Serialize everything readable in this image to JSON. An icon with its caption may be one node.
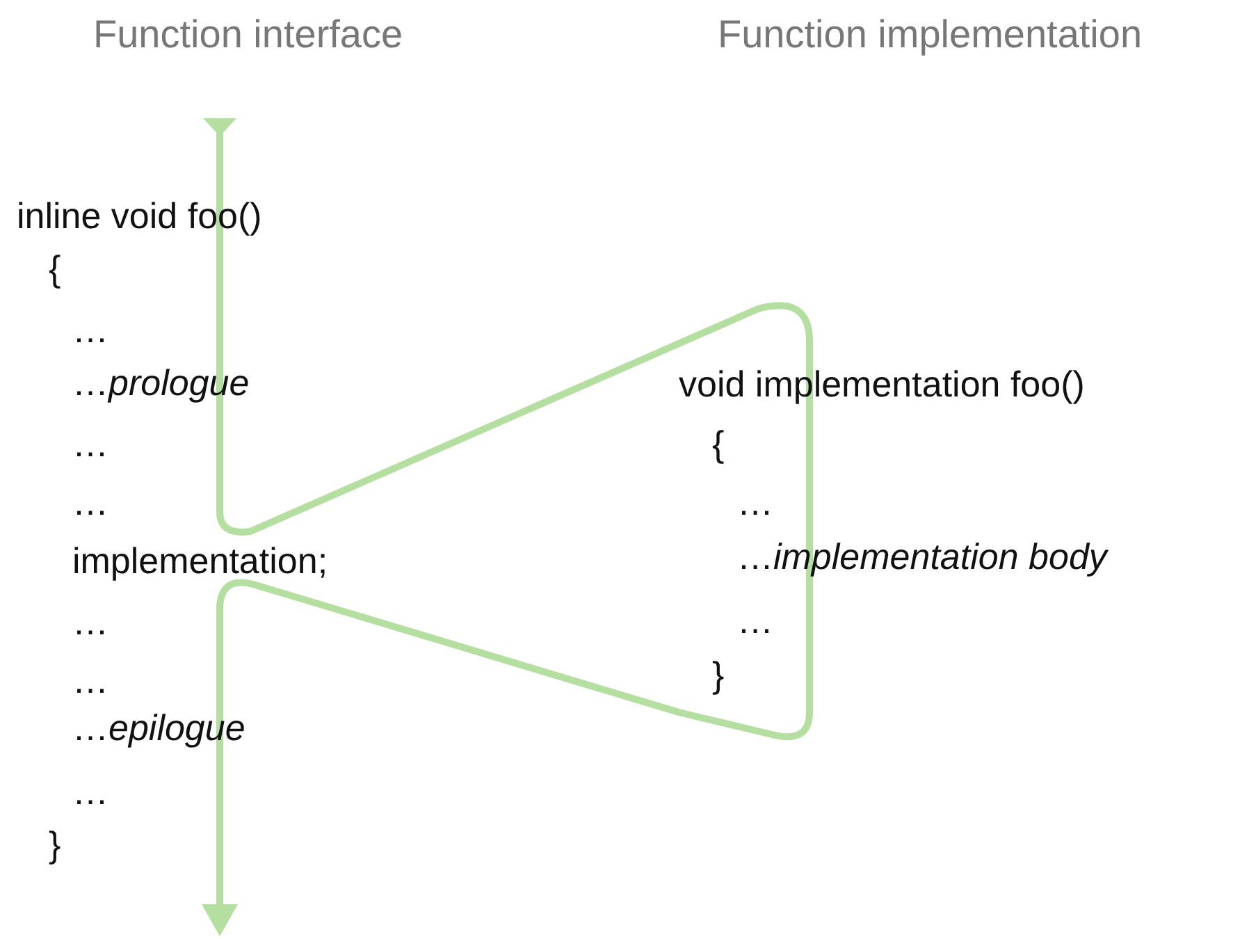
{
  "diagram": {
    "labels": [
      "Function interface",
      "Function implementation",
      "inline void foo()",
      "{",
      "…",
      "…*prologue*",
      "…",
      "…",
      "implementation;",
      "…",
      "…",
      "…*epilogue*",
      "…",
      "}",
      "void implementation foo()",
      "{",
      "…",
      "…*implementation body*",
      "…",
      "}"
    ]
  }
}
